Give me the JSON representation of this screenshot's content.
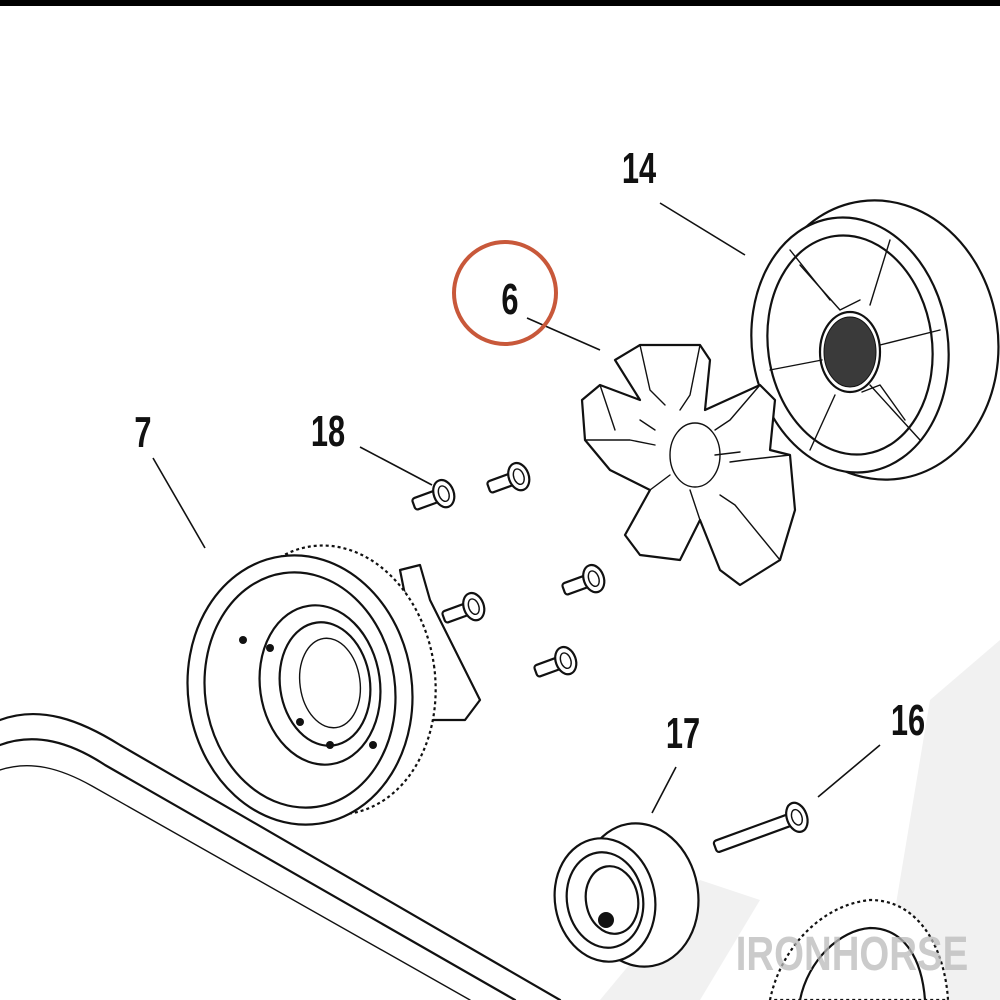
{
  "callouts": {
    "c6": "6",
    "c7": "7",
    "c14": "14",
    "c16": "16",
    "c17": "17",
    "c18": "18"
  },
  "highlight": {
    "target": "6",
    "color": "#c8583a"
  },
  "watermark": {
    "text": "IRONHORSE"
  },
  "colors": {
    "line": "#111111",
    "background": "#ffffff",
    "watermark": "#b9b9b9"
  },
  "parts": [
    {
      "callout": "7",
      "icon": "drive-pulley-icon"
    },
    {
      "callout": "14",
      "icon": "cush-drive-housing-icon"
    },
    {
      "callout": "6",
      "icon": "rubber-cush-icon"
    },
    {
      "callout": "18",
      "icon": "bolt-icon"
    },
    {
      "callout": "17",
      "icon": "idler-pulley-icon"
    },
    {
      "callout": "16",
      "icon": "bolt-icon"
    }
  ]
}
